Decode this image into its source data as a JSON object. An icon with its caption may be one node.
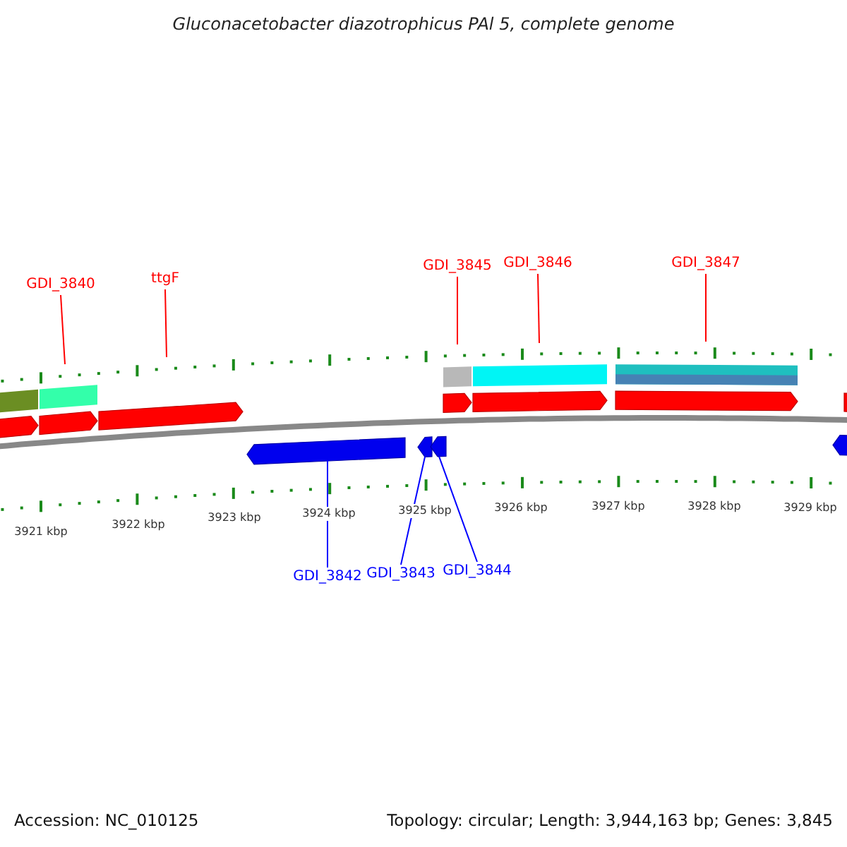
{
  "diagram": {
    "title": "Gluconacetobacter diazotrophicus PAl 5, complete genome",
    "nodes": [
      {
        "text": [
          "GDI_3840"
        ]
      },
      {
        "text": [
          "ttgF"
        ]
      },
      {
        "text": [
          "GDI_3845"
        ]
      },
      {
        "text": [
          "GDI_3846"
        ]
      },
      {
        "text": [
          "GDI_3847"
        ]
      },
      {
        "text": [
          "GDI_3842"
        ]
      },
      {
        "text": [
          "GDI_3843"
        ]
      },
      {
        "text": [
          "GDI_3844"
        ]
      },
      {
        "text": [],
        "shape": "bar"
      },
      {
        "text": [],
        "shape": "bar"
      },
      {
        "text": [],
        "shape": "bar"
      }
    ],
    "edges": [
      {
        "from": 0,
        "to": null,
        "arrow": "none",
        "color": "#ff0000"
      },
      {
        "from": 1,
        "to": null,
        "arrow": "none",
        "color": "#ff0000"
      },
      {
        "from": 2,
        "to": null,
        "arrow": "none",
        "color": "#ff0000"
      },
      {
        "from": 3,
        "to": null,
        "arrow": "none",
        "color": "#ff0000"
      },
      {
        "from": 4,
        "to": null,
        "arrow": "none",
        "color": "#ff0000"
      },
      {
        "from": 5,
        "to": 8,
        "arrow": "none",
        "color": "#0000ff"
      },
      {
        "from": 6,
        "to": 9,
        "arrow": "none",
        "color": "#0000ff"
      },
      {
        "from": 7,
        "to": 10,
        "arrow": "none",
        "color": "#0000ff"
      }
    ],
    "labels": [
      "3921 kbp",
      "3922 kbp",
      "3923 kbp",
      "3924 kbp",
      "3925 kbp",
      "3926 kbp",
      "3927 kbp",
      "3928 kbp",
      "3929 kbp",
      "Accession: NC_010125",
      "Topology: circular; Length: 3,944,163 bp; Genes: 3,845"
    ]
  }
}
